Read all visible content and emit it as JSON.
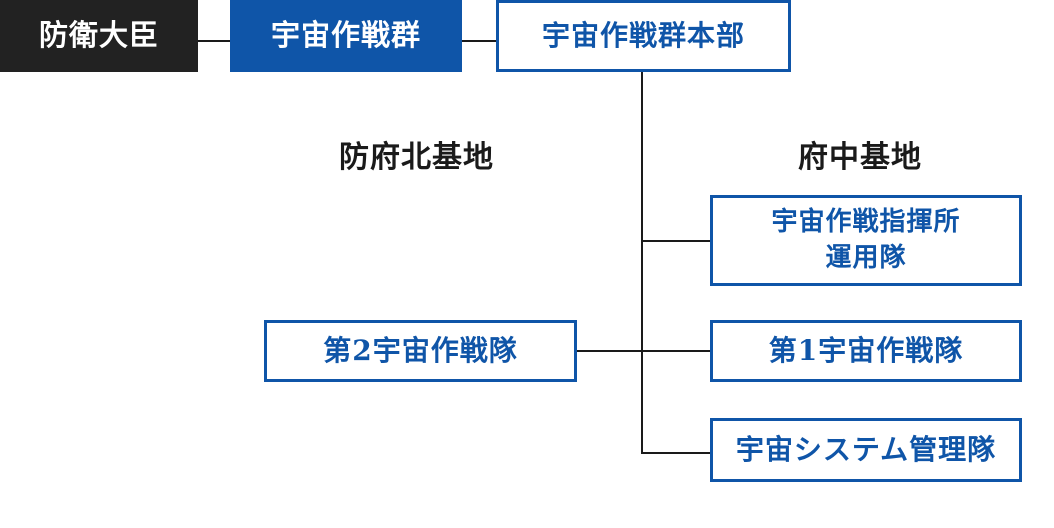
{
  "org": {
    "minister": "防衛大臣",
    "group": "宇宙作戦群",
    "headquarters": "宇宙作戦群本部"
  },
  "bases": {
    "hofu_kita": "防府北基地",
    "fuchu": "府中基地"
  },
  "units": {
    "command_center": "宇宙作戦指揮所\n運用隊",
    "squadron_2": "第2宇宙作戦隊",
    "squadron_1": "第1宇宙作戦隊",
    "systems_management": "宇宙システム管理隊"
  },
  "colors": {
    "dark": "#222222",
    "blue": "#0f55a8",
    "line": "#1a1a1a"
  }
}
